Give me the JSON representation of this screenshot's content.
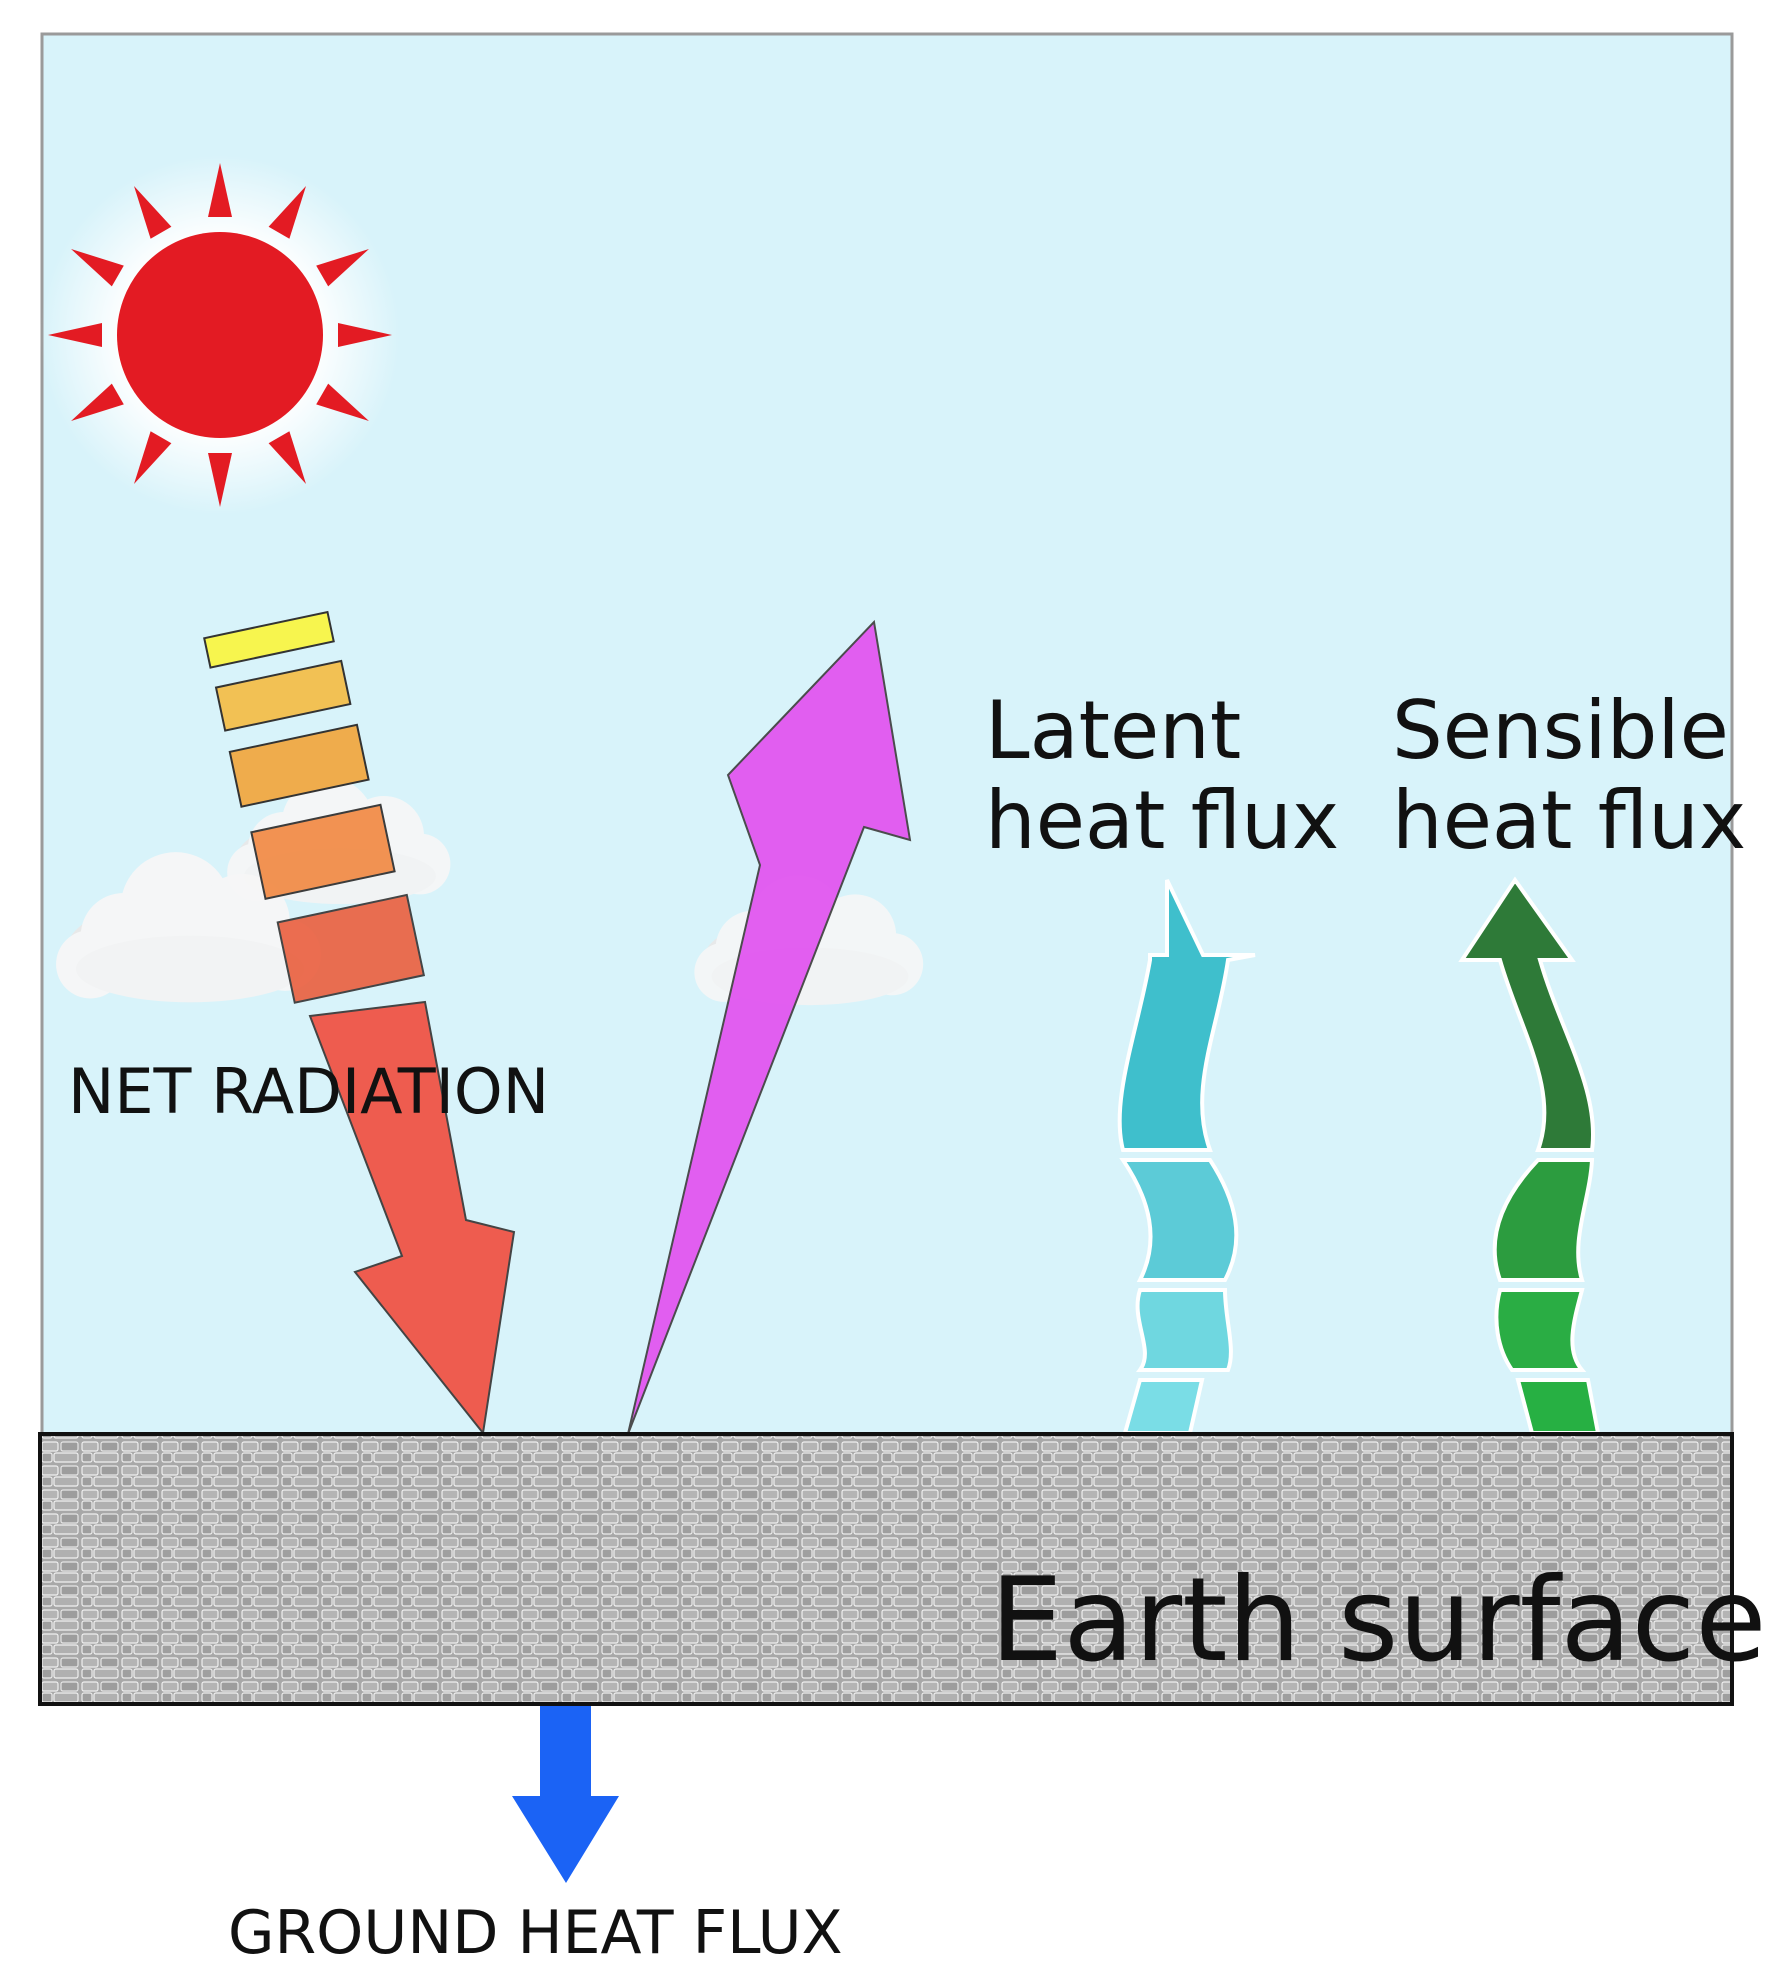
{
  "labels": {
    "net_radiation": "NET RADIATION",
    "latent_line1": "Latent",
    "latent_line2": "heat flux",
    "sensible_line1": "Sensible",
    "sensible_line2": "heat flux",
    "earth_surface": "Earth surface",
    "ground_heat_flux": "GROUND HEAT FLUX"
  },
  "colors": {
    "sky": "#d8f3fa",
    "sun": "#e31b23",
    "net_radiation_arrow": "#ee5c4f",
    "reflected_arrow": "#e257f0",
    "latent_arrow": "#3fbfcc",
    "sensible_arrow": "#2e8b3e",
    "ground_arrow": "#1b63f5",
    "surface": "#a9a9a9"
  },
  "icons": {
    "sun": "sun-icon",
    "cloud": "cloud-icon"
  }
}
